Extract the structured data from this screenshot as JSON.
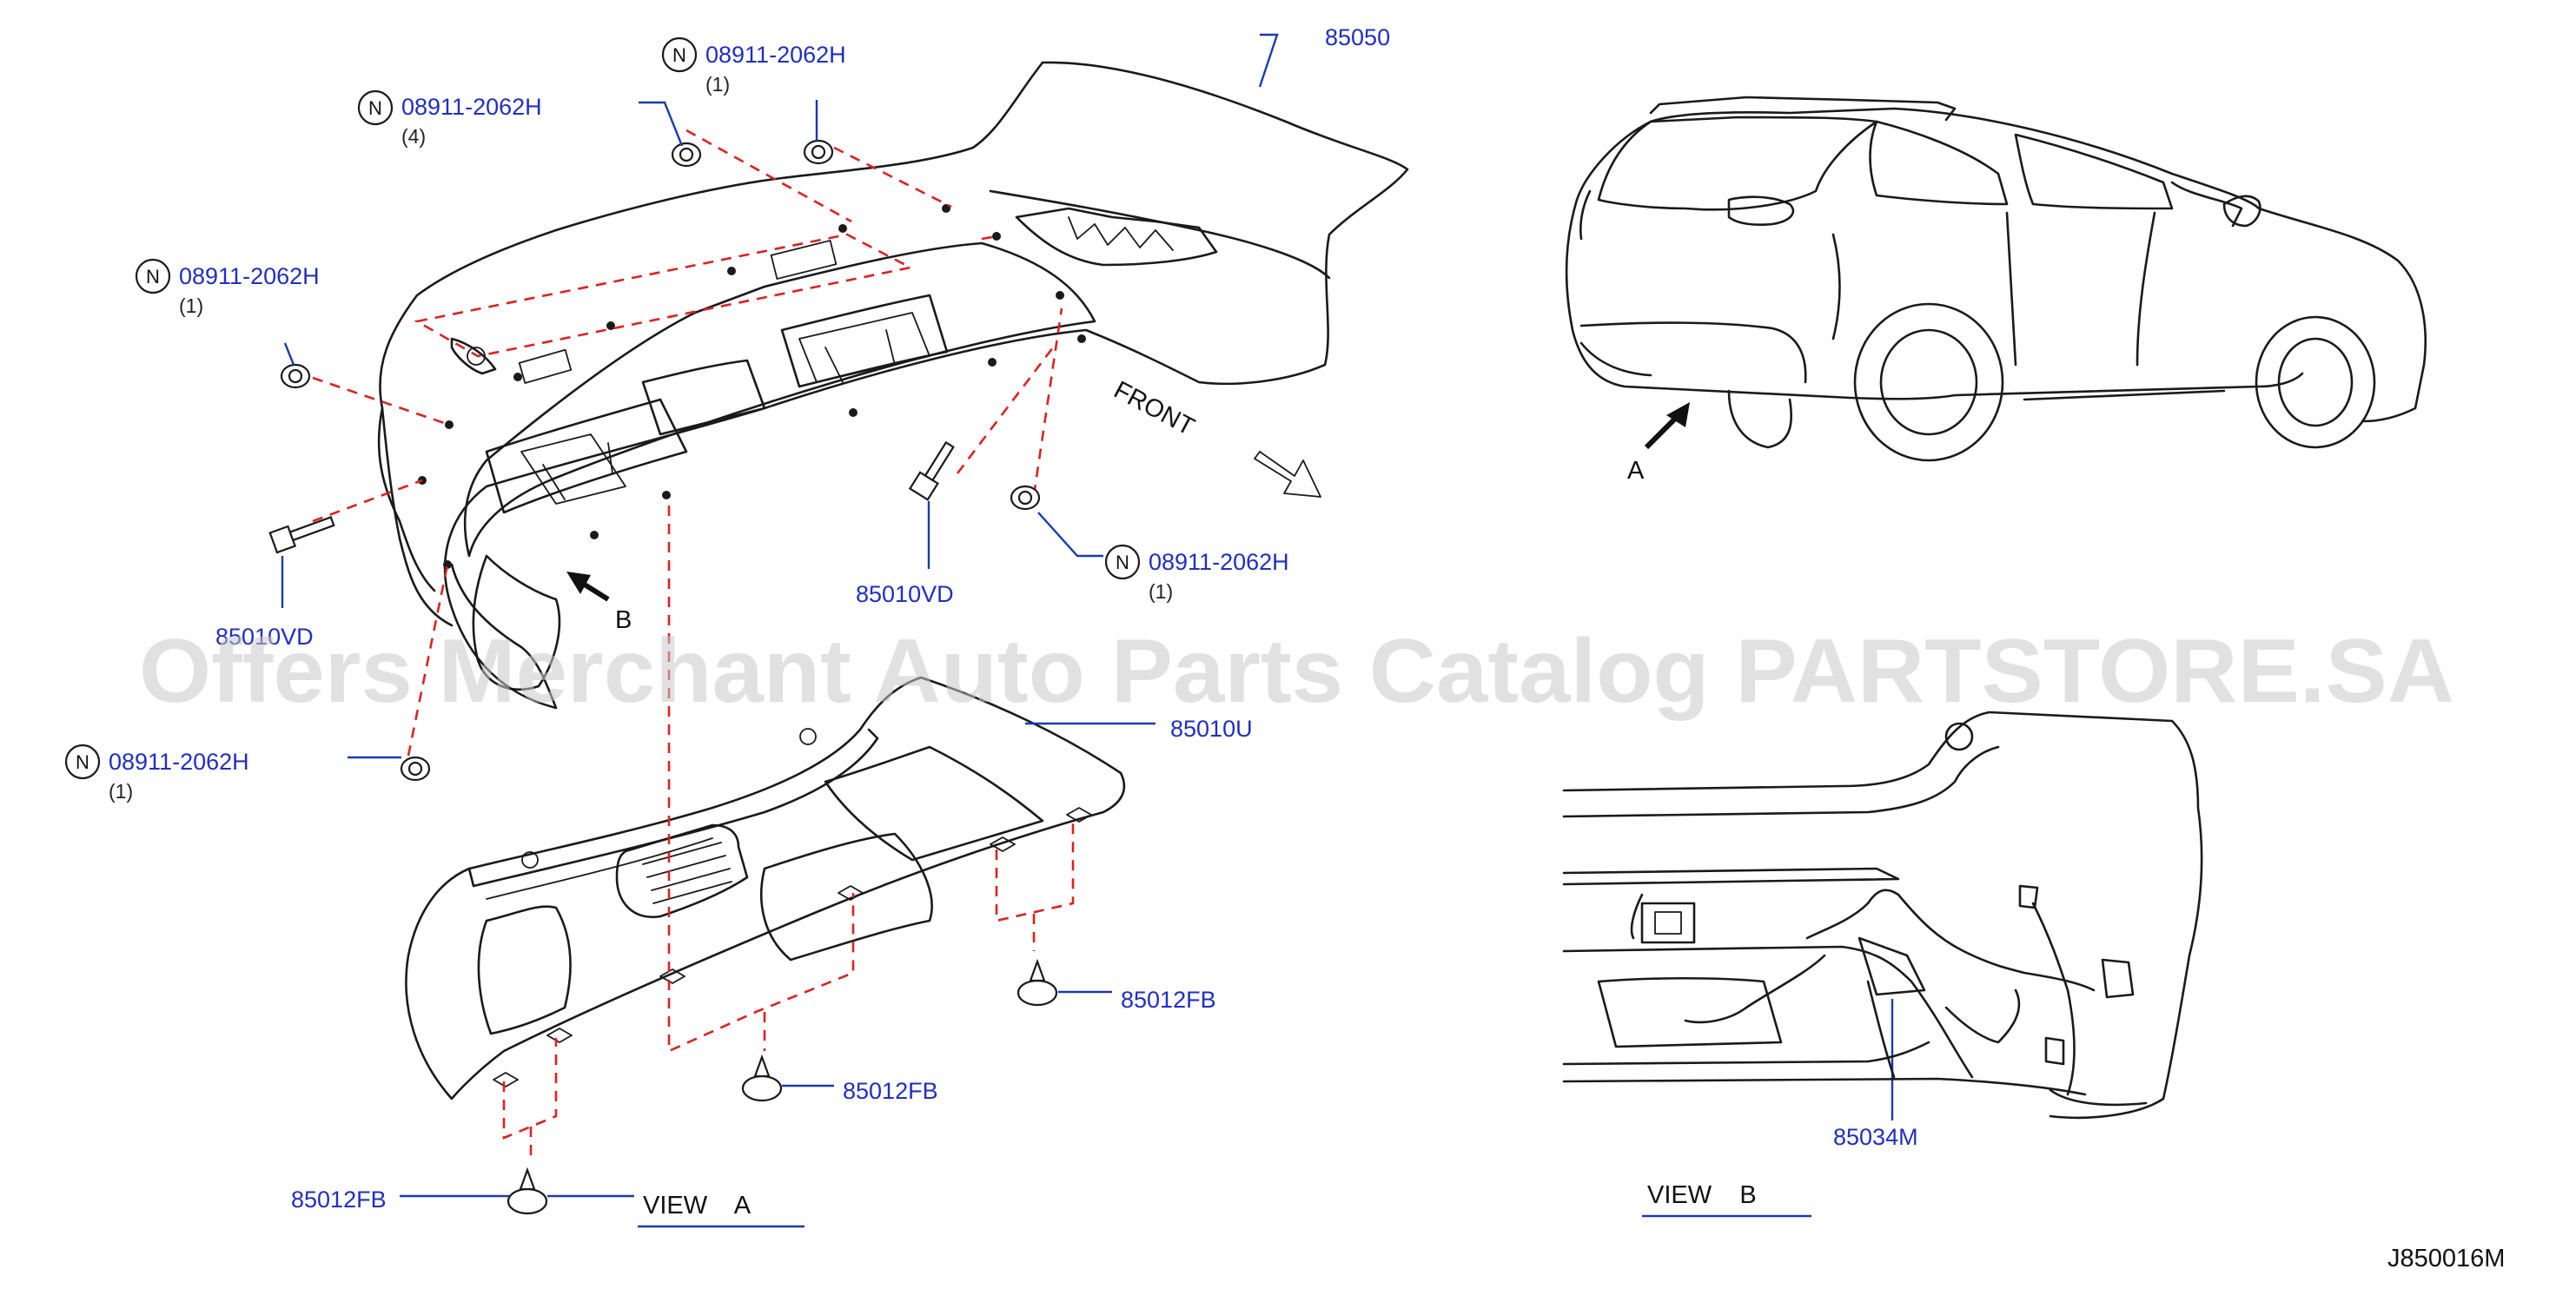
{
  "diagram_code": "J850016M",
  "watermark": "Offers Merchant Auto Parts Catalog PARTSTORE.SA",
  "direction_label": "FRONT",
  "arrow_labels": {
    "a": "A",
    "b": "B"
  },
  "views": [
    {
      "text": "VIEW    A"
    },
    {
      "text": "VIEW    B"
    }
  ],
  "notes": [
    {
      "symbol": "N",
      "part": "08911-2062H",
      "qty": "(1)"
    },
    {
      "symbol": "N",
      "part": "08911-2062H",
      "qty": "(4)"
    },
    {
      "symbol": "N",
      "part": "08911-2062H",
      "qty": "(1)"
    },
    {
      "symbol": "N",
      "part": "08911-2062H",
      "qty": "(1)"
    },
    {
      "symbol": "N",
      "part": "08911-2062H",
      "qty": "(1)"
    }
  ],
  "parts": [
    {
      "part": "85050"
    },
    {
      "part": "85010VD"
    },
    {
      "part": "85010VD"
    },
    {
      "part": "85010U"
    },
    {
      "part": "85012FB"
    },
    {
      "part": "85012FB"
    },
    {
      "part": "85012FB"
    },
    {
      "part": "85034M"
    }
  ],
  "colors": {
    "part_number": "#1f2fc4",
    "dashed_link": "#e02020",
    "line_art": "#1a1a1a",
    "watermark": "#c8c8c8"
  }
}
